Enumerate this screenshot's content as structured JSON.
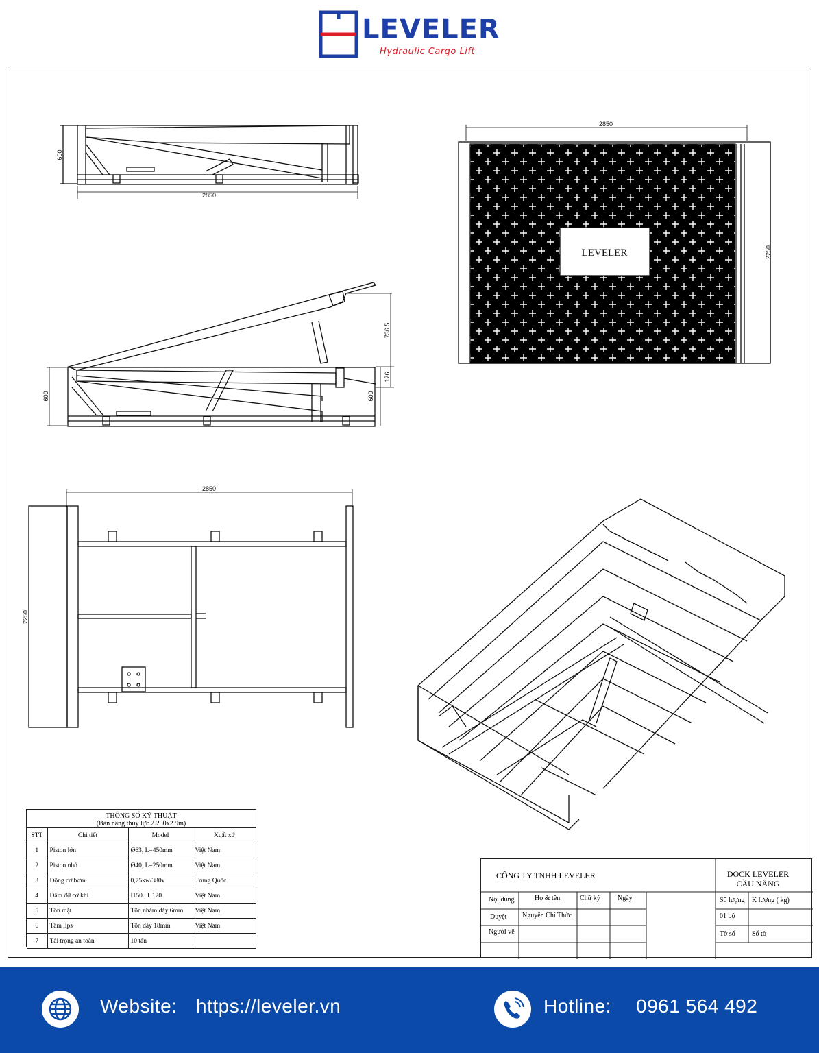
{
  "logo": {
    "word": "LEVELER",
    "tagline": "Hydraulic Cargo Lift"
  },
  "drawing": {
    "dims": {
      "side_top_height": "600",
      "side_top_length": "2850",
      "top_view_length": "2850",
      "top_view_width": "2250",
      "side_raised_height": "736.5",
      "side_raised_lip": "176",
      "side_raised_left": "600",
      "side_raised_right": "600",
      "frame_length": "2850",
      "frame_width": "2250"
    },
    "plate_label": "LEVELER"
  },
  "spec": {
    "title": "THÔNG SỐ KỸ THUẬT",
    "subtitle": "(Bàn nâng thủy lực 2.250x2.9m)",
    "headers": [
      "STT",
      "Chi tiết",
      "Model",
      "Xuất xứ"
    ],
    "rows": [
      [
        "1",
        "Piston lớn",
        "Ø63,  L=450mm",
        "Việt     Nam"
      ],
      [
        "2",
        "Piston nhỏ",
        "Ø40, L=250mm",
        "Việt Nam"
      ],
      [
        "3",
        "Động cơ bơm",
        "0,75kw/380v",
        "Trung Quốc"
      ],
      [
        "4",
        "Dầm đỡ cơ khí",
        "I150 , U120",
        "Việt Nam"
      ],
      [
        "5",
        "Tôn mặt",
        "Tôn nhám dày 6mm",
        "Việt Nam"
      ],
      [
        "6",
        "Tấm lips",
        "Tôn dày 18mm",
        "Việt Nam"
      ],
      [
        "7",
        "Tải trọng an toàn",
        "10 tấn",
        ""
      ]
    ]
  },
  "title_block": {
    "company": "CÔNG TY TNHH LEVELER",
    "product": "DOCK LEVELER",
    "product_vn": "CẦU NÂNG",
    "col_content": "Nội dung",
    "col_name": "Họ & tên",
    "col_sign": "Chữ ký",
    "col_date": "Ngày",
    "row_approve": "Duyệt",
    "approver": "Nguyễn Chí Thức",
    "row_drawer": "Người vẽ",
    "qty_label": "Số lượng",
    "weight_label": "K lượng ( kg)",
    "qty_value": "01 bộ",
    "sheet_count_label": "Tờ số",
    "sheet_no_label": "Số tờ"
  },
  "footer": {
    "website_label": "Website:",
    "website_url": "https://leveler.vn",
    "hotline_label": "Hotline:",
    "hotline_number": "0961 564 492"
  },
  "colors": {
    "brand_blue": "#1e3fa6",
    "brand_red": "#e11d2a",
    "footer_bg": "#0b4aa8"
  }
}
